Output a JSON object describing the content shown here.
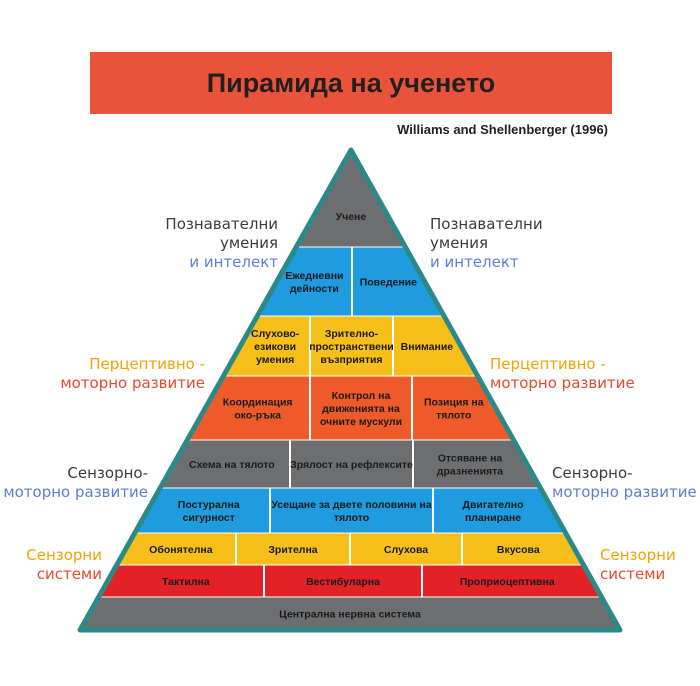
{
  "title": "Пирамида на ученето",
  "citation": "Williams and Shellenberger (1996)",
  "colors": {
    "banner": "#e8533a",
    "gray": "#6d6e70",
    "blue": "#1f9be0",
    "yellow": "#f7bf1a",
    "orange": "#ef5a2a",
    "red": "#e32228",
    "border": "#2b8a88"
  },
  "side_labels": {
    "cognitive": {
      "line1": "Познавателни",
      "line2": "умения",
      "line3": "и интелект"
    },
    "perceptual": {
      "line1": "Перцептивно -",
      "line2": "моторно развитие"
    },
    "sensorimotor": {
      "line1": "Сензорно-",
      "line2": "моторно развитие"
    },
    "sensory": {
      "line1": "Сензорни",
      "line2": "системи"
    }
  },
  "pyramid": {
    "levels": [
      {
        "name": "Учене",
        "color": "gray",
        "cells": [
          [
            "Учене"
          ]
        ]
      },
      {
        "name": "row2",
        "color": "blue",
        "cells": [
          [
            "Ежедневни",
            "дейности"
          ],
          [
            "Поведение"
          ]
        ]
      },
      {
        "name": "row3",
        "color": "yellow",
        "cells": [
          [
            "Слухово-",
            "езикови",
            "умения"
          ],
          [
            "Зрително-",
            "пространствени",
            "възприятия"
          ],
          [
            "Внимание"
          ]
        ]
      },
      {
        "name": "row4",
        "color": "orange",
        "cells": [
          [
            "Координация",
            "око-ръка"
          ],
          [
            "Контрол на",
            "движенията на",
            "очните мускули"
          ],
          [
            "Позиция на",
            "тялото"
          ]
        ]
      },
      {
        "name": "row5",
        "color": "gray",
        "cells": [
          [
            "Схема на тялото"
          ],
          [
            "Зрялост на рефлексите"
          ],
          [
            "Отсяване на",
            "дразненията"
          ]
        ]
      },
      {
        "name": "row6",
        "color": "blue",
        "cells": [
          [
            "Постурална",
            "сигурност"
          ],
          [
            "Усещане за двете половини на",
            "тялото"
          ],
          [
            "Двигателно",
            "планиране"
          ]
        ]
      },
      {
        "name": "row7",
        "color": "yellow",
        "cells": [
          [
            "Обонятелна"
          ],
          [
            "Зрителна"
          ],
          [
            "Слухова"
          ],
          [
            "Вкусова"
          ]
        ]
      },
      {
        "name": "row8",
        "color": "red",
        "cells": [
          [
            "Тактилна"
          ],
          [
            "Вестибуларна"
          ],
          [
            "Проприоцептивна"
          ]
        ]
      },
      {
        "name": "base",
        "color": "gray",
        "cells": [
          [
            "Централна нервна система"
          ]
        ]
      }
    ]
  }
}
